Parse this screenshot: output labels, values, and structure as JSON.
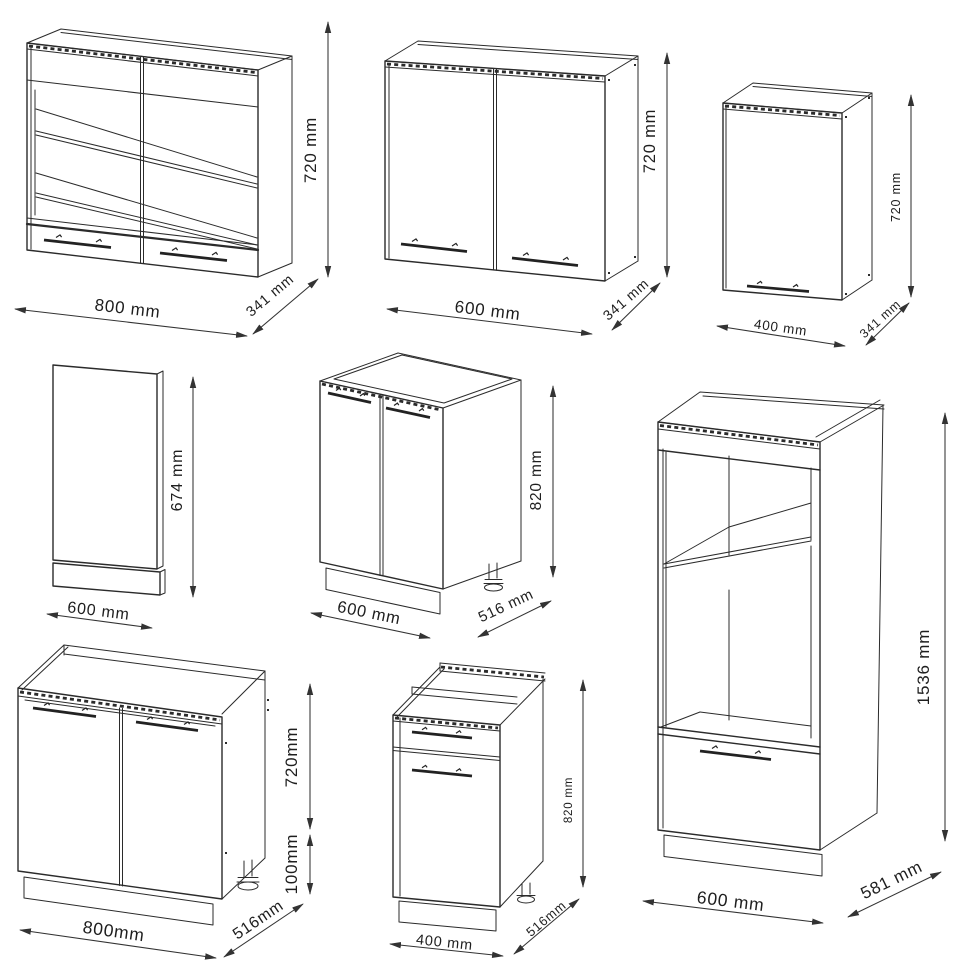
{
  "colors": {
    "background": "#ffffff",
    "line": "#2b2b2b",
    "dimension_line": "#333333",
    "label_text": "#1e1e1e"
  },
  "cabinets": [
    {
      "name": "wall-glass-cabinet-800",
      "width_label": "800 mm",
      "depth_label": "341 mm",
      "height_label": "720 mm"
    },
    {
      "name": "wall-cabinet-600",
      "width_label": "600 mm",
      "depth_label": "341 mm",
      "height_label": "720 mm"
    },
    {
      "name": "wall-cabinet-400",
      "width_label": "400 mm",
      "depth_label": "341 mm",
      "height_label": "720 mm"
    },
    {
      "name": "end-panel-600",
      "width_label": "600 mm",
      "height_label": "674 mm"
    },
    {
      "name": "base-cabinet-600",
      "width_label": "600 mm",
      "depth_label": "516 mm",
      "height_label": "820 mm"
    },
    {
      "name": "tall-oven-cabinet-600",
      "width_label": "600 mm",
      "depth_label": "581 mm",
      "height_label": "1536 mm"
    },
    {
      "name": "sink-base-cabinet-800",
      "width_label": "800mm",
      "depth_label": "516mm",
      "height_label": "720mm",
      "plinth_height_label": "100mm"
    },
    {
      "name": "drawer-base-cabinet-400",
      "width_label": "400 mm",
      "depth_label": "516mm",
      "height_label": "820 mm"
    }
  ]
}
